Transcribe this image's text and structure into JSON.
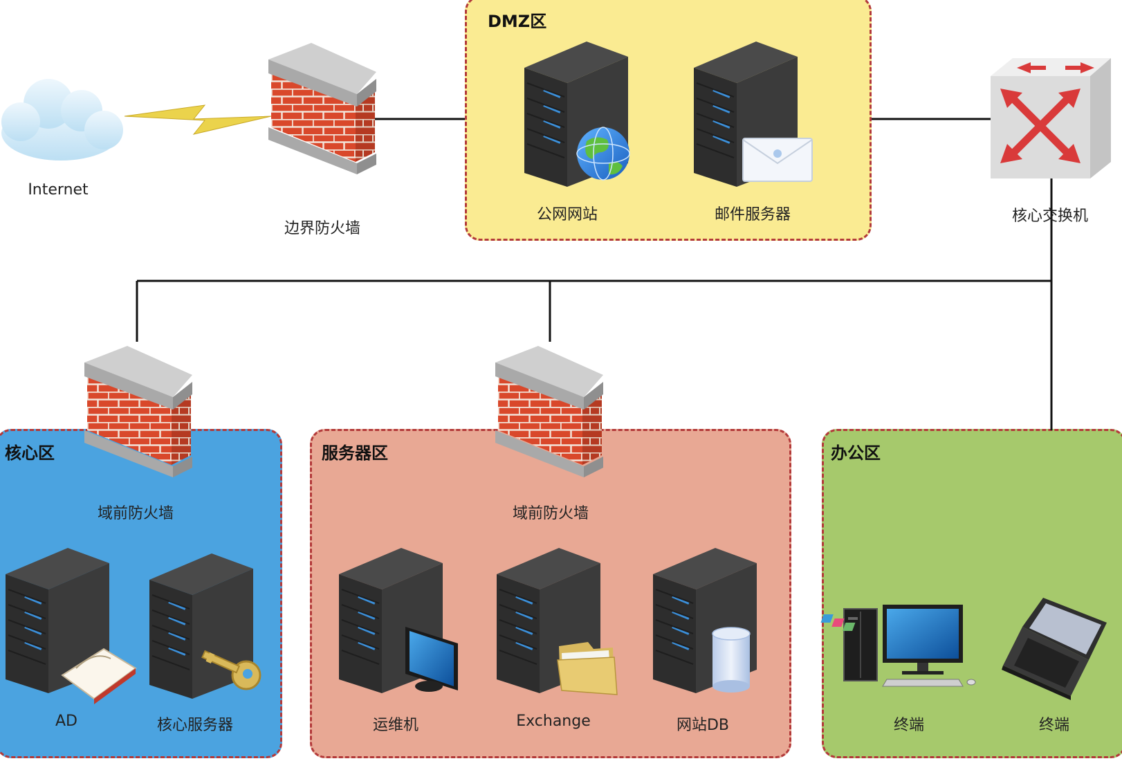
{
  "zones": {
    "dmz": {
      "title": "DMZ区",
      "color": "#faeb92"
    },
    "core": {
      "title": "核心区",
      "color": "#4ba3e0"
    },
    "server": {
      "title": "服务器区",
      "color": "#e8a894"
    },
    "office": {
      "title": "办公区",
      "color": "#a6c96c"
    }
  },
  "nodes": {
    "internet": "Internet",
    "border_firewall": "边界防火墙",
    "public_website": "公网网站",
    "mail_server": "邮件服务器",
    "core_switch": "核心交换机",
    "core_domain_firewall": "域前防火墙",
    "server_domain_firewall": "域前防火墙",
    "ad": "AD",
    "core_server": "核心服务器",
    "ops_machine": "运维机",
    "exchange": "Exchange",
    "website_db": "网站DB",
    "terminal_desktop": "终端",
    "terminal_laptop": "终端"
  },
  "colors": {
    "line": "#111111",
    "brick": "#d9482b",
    "server": "#333333",
    "server_led": "#3b8fd9",
    "switch": "#dcdcdc",
    "switch_arrow": "#d93a3a"
  }
}
